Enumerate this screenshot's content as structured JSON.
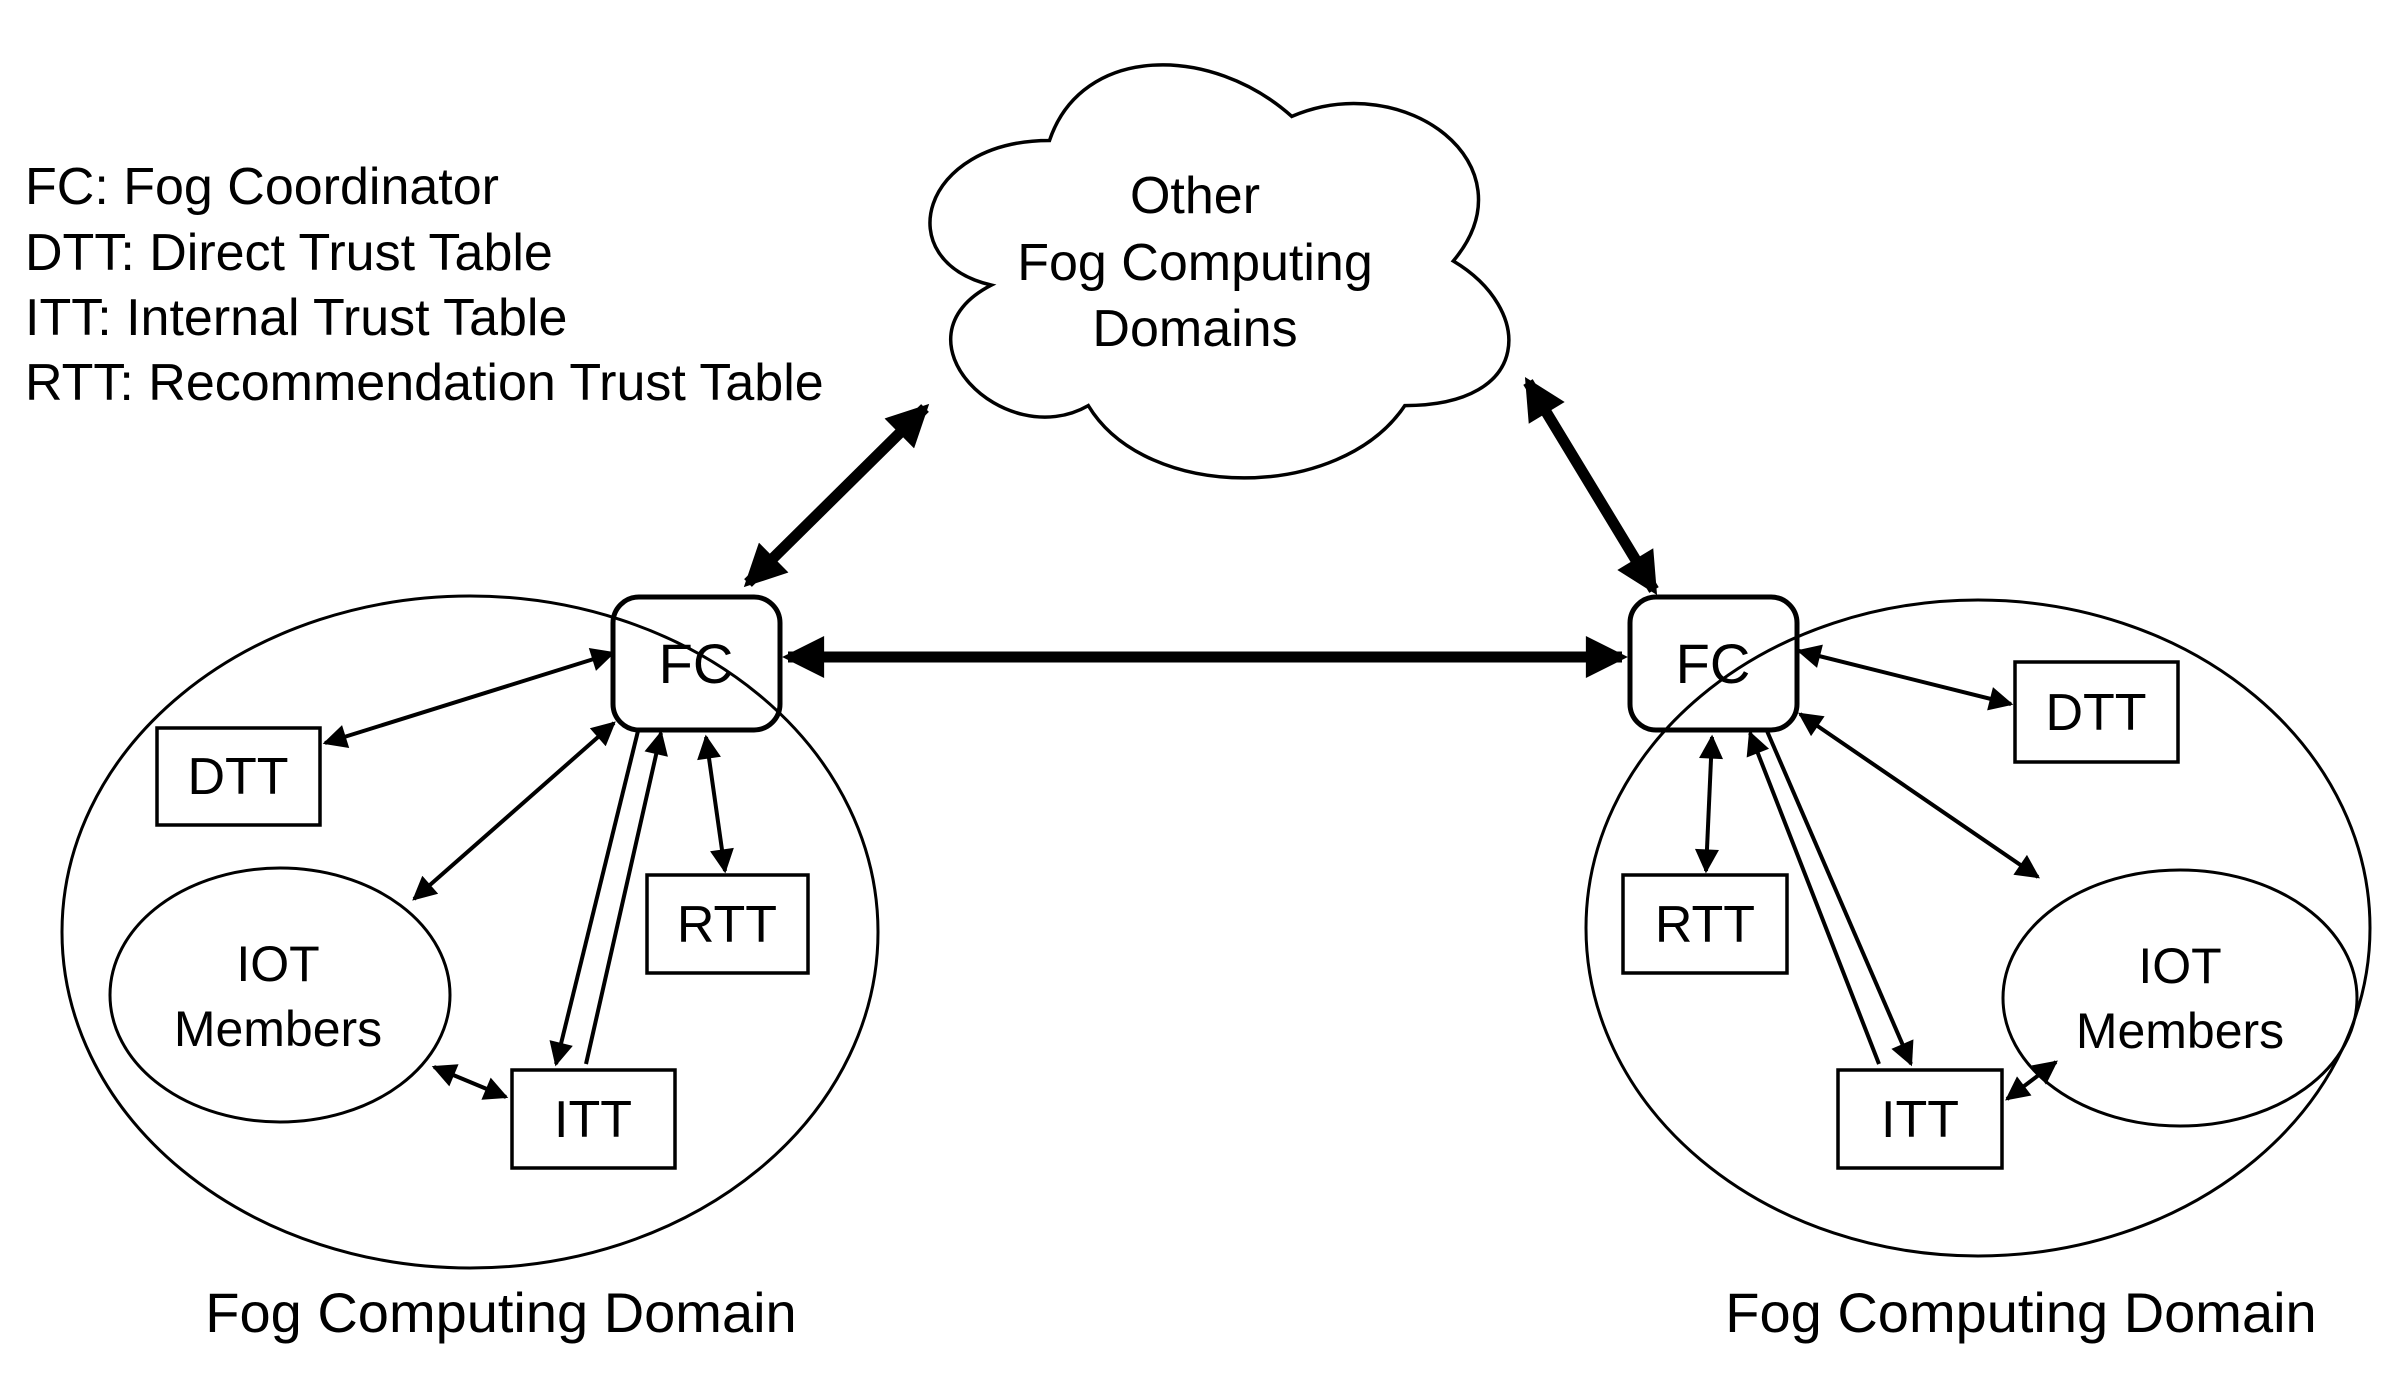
{
  "legend": {
    "items": [
      "FC: Fog Coordinator",
      "DTT: Direct Trust Table",
      "ITT: Internal Trust Table",
      "RTT: Recommendation Trust Table"
    ]
  },
  "cloud": {
    "label_lines": [
      "Other",
      "Fog Computing",
      "Domains"
    ]
  },
  "left_domain": {
    "caption": "Fog Computing Domain",
    "fc_label": "FC",
    "dtt_label": "DTT",
    "rtt_label": "RTT",
    "itt_label": "ITT",
    "iot_label_lines": [
      "IOT",
      "Members"
    ]
  },
  "right_domain": {
    "caption": "Fog Computing Domain",
    "fc_label": "FC",
    "dtt_label": "DTT",
    "rtt_label": "RTT",
    "itt_label": "ITT",
    "iot_label_lines": [
      "IOT",
      "Members"
    ]
  },
  "colors": {
    "background": "#ffffff",
    "node_fill": "#e8e8e8",
    "fc_fill": "#ffffff",
    "cloud_fill": "#ffffff",
    "stroke": "#000000",
    "text": "#000000"
  }
}
